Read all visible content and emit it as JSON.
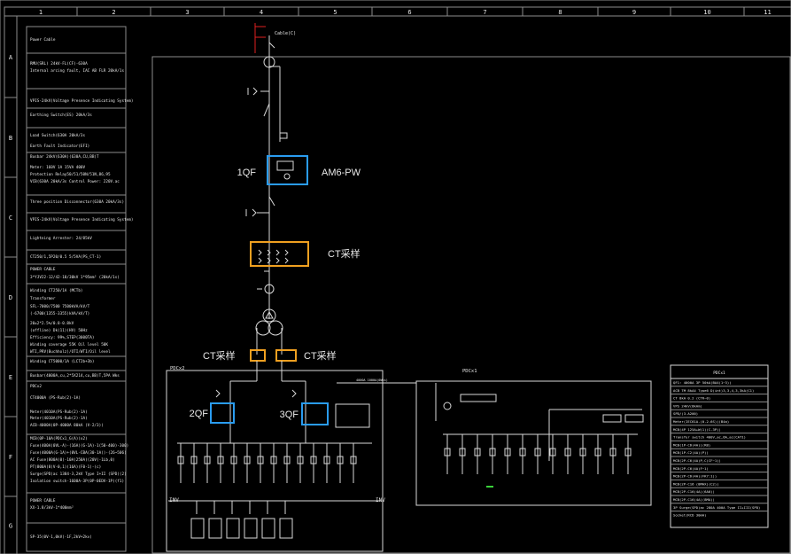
{
  "colors": {
    "background": "#000000",
    "line": "#d8d8d8",
    "frame": "#8c8c8c",
    "blue_box": "#2a9cf0",
    "orange_box": "#f0a020",
    "blue_text": "#3ea6f5",
    "orange_text": "#f5a623",
    "red_text": "#f04848",
    "cable_red": "#e02020",
    "green_text": "#3ad23a"
  },
  "column_numbers": [
    "1",
    "2",
    "3",
    "4",
    "5",
    "6",
    "7",
    "8",
    "9",
    "10",
    "11"
  ],
  "row_letters": [
    "A",
    "B",
    "C",
    "D",
    "E",
    "F",
    "G"
  ],
  "left_panel": {
    "lines": [
      "Power Cable",
      "RMU(SRL) 24kV-FL(CF)-630A",
      "Internal arcing fault, IAC AB FLR 20kA/1s",
      "VPIS-24kV(Voltage Presence Indicating System)",
      "Earthing Switch(ES) 20kA/3s",
      "Load Switch(630A 20kA/3s",
      "Earth Fault Indicator(EFI)",
      "Busbar 24kV(630A)(630A,CU,BB)T",
      "Meter: 160V 1A 15VA 400V",
      "Protection Relay50/51/50N/51N,86,95",
      "VCB(630A 20kA/3s  Control Power: 220V.ac",
      "Three position Disconnector(630A 20kA/3s)",
      "VPIS-24kV(Voltage Presence Indicating System)",
      "Lightning Arrester: 24/85kV",
      "CT250/1,5P20/0.5 5/5VA(PS_CT-1)",
      "POWER CABLE",
      "3*YJV22-12/42-18/30kV 1*95mm² (20kA/1s)",
      "Winding CT250/1A (MCTb)",
      "Transformer",
      "SFL-7000/7500 7500kVA/kV/T",
      "(-6700(1355-3355)kVA/kV/T)",
      "20±2*2.5%/0.8-0.8kV",
      "(offline) Dk(11)(HV)        50Hz",
      "Efficiency: 99%,STEP(3000TA)",
      "Winding coverage 55K Oil level 50K",
      "WTI,PRV(Buchholz)/OTI/WTI/Oil level",
      "Winding CT5000/1A (LCT2b+3b)",
      "Busbar(4000A,cu,2*5X214,cu,BB)T,5PA Wks",
      "PDCx2",
      "CT4000A (PS-Rub(2)-1A)",
      "Meter(4010A(PS-Rub(2)-1A)",
      "Meter(4010A(PS-Rub(2)-1A)",
      "ACB-4000A(0P-4000A 80kA (V-2/3))",
      "MCB(0P-10A(PDCx1_G(A))x2)",
      "Fuse(400A(0VL-A)-(16A)(G-1A)-1(50-400)-300)",
      "Fuse(4000A(G-1A)+(0VL-CBA(30-1A))-(26~506)",
      "AC Fuse(800A(0)-10A(250A)(20V(-1Lb,0)",
      "PT(800A(8)V-0,1)(16A)(F0-1)-(c)",
      "Surge(SPD)ac 1384-3,2kV Type I+II (SPD)(2)",
      "Isolation switch-1600A-3P(0P-0EDV-1P)(f1)",
      "POWER CABLE",
      "XX-1.8/3kV-1*400mm²",
      "SP-35(0V-1,0kV)-1F,2kV+2kv)"
    ]
  },
  "annotations": {
    "qf1": "1QF",
    "am6": "AM6-PW",
    "ct_top": "CT采样",
    "ct_left": "CT采样",
    "ct_right": "CT采样",
    "qf2": "2QF",
    "qf3": "3QF"
  },
  "diagram_labels": {
    "cable_top": "Cable(C)",
    "pdc2": "PDCx2",
    "pdc1": "PDCx1",
    "inv_left": "INV",
    "inv_right": "INV",
    "bus_text": "4000A 1000A(0Wks)"
  },
  "right_table": {
    "title": "PDCx1",
    "rows": [
      "QF1: 4000A 3P 50kA(BA4(1~3))",
      "ACB TM 8kA4 Type6 D(int)3,3,4,3,3kA(C1)",
      "CT 8kA 0.2 (CTR~0)",
      "VPS 24kV(8kAm)",
      "SPD/(3.A200)",
      "Meter(IEC61A-(0.2-6S))(B4a)",
      "MCB(4P 125A+W(1)(C-3P))",
      "Transfer switch 400V,ac,6A,ac(CAT1)",
      "MCB(1P-C6(4A))(RB)",
      "MCB(1P-C2(4A)(P))",
      "MCB(2P-C6(4A)P,C(CF~1))",
      "MCB(2P-C6(4A)F~1)",
      "MCB(2P-C6(4A)(FK7:1))",
      "MCB(2P-C16 (8MAX)(C2))",
      "MCB(2P-C16(4A)(6A0))",
      "MCB(2P-C16(4A)(8MA))",
      "3P Surge(SPD)ac 280A 400A Type II+III(SPD)",
      "Socket(RCD 30mA)"
    ]
  }
}
